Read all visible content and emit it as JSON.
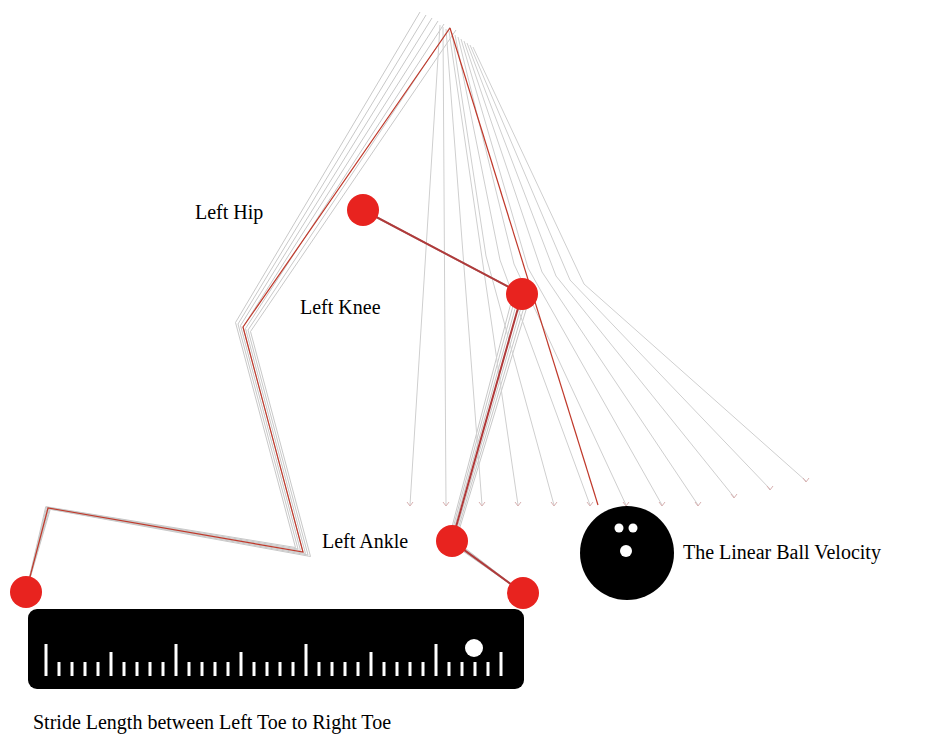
{
  "diagram": {
    "labels": [
      "Left Hip",
      "Left Knee",
      "Left Ankle",
      "The Linear Ball Velocity",
      "Stride Length between Left Toe to Right Toe"
    ]
  }
}
